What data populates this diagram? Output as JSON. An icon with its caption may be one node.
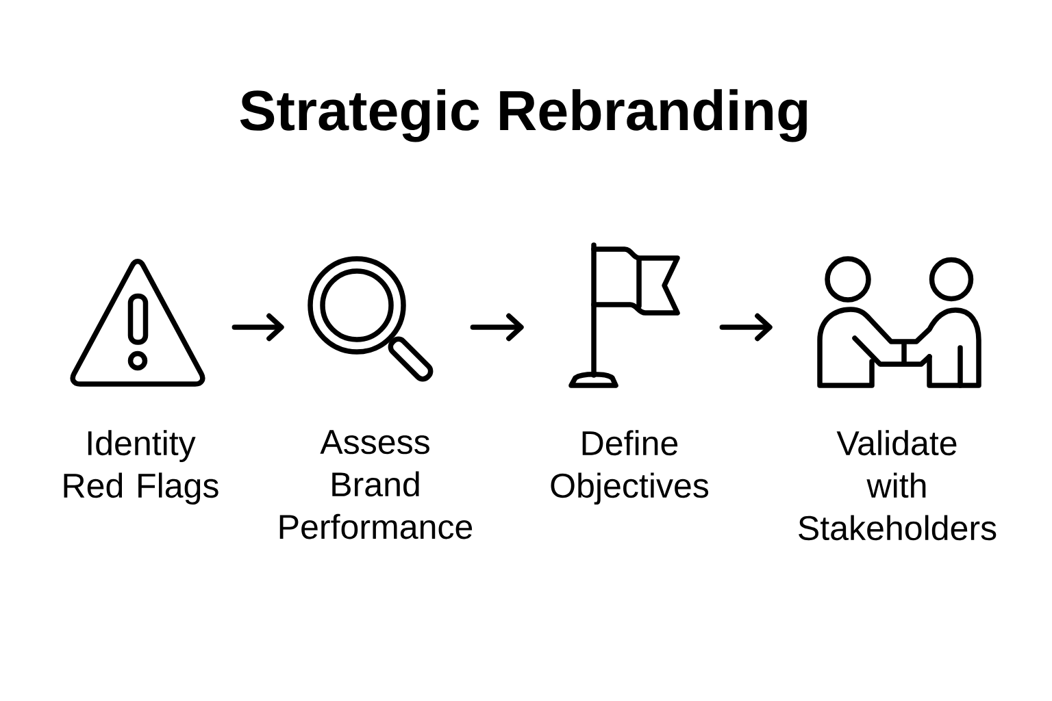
{
  "diagram": {
    "title": "Strategic Rebranding",
    "nodes": [
      {
        "text": [],
        "shape": "picture",
        "beside": [
          "Identity Red Flags"
        ]
      },
      {
        "text": [],
        "shape": "picture",
        "beside": [
          "Assess Brand Performance"
        ]
      },
      {
        "text": [],
        "shape": "picture",
        "beside": [
          "Define Objectives"
        ]
      },
      {
        "text": [],
        "shape": "picture",
        "beside": [
          "Validate with Stakeholders"
        ]
      }
    ],
    "edges": [
      {
        "from": 0,
        "to": 1,
        "arrow": "to"
      },
      {
        "from": 1,
        "to": 2,
        "arrow": "to"
      },
      {
        "from": 2,
        "to": 3,
        "arrow": "to"
      }
    ]
  }
}
